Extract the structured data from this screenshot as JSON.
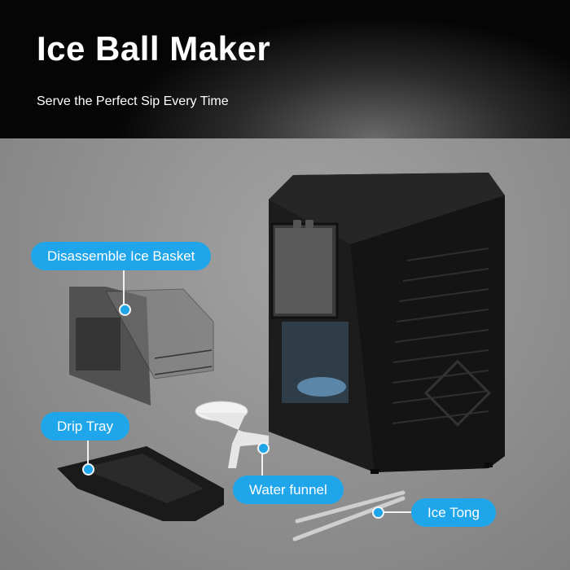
{
  "header": {
    "title": "Ice Ball Maker",
    "subtitle": "Serve the Perfect Sip Every Time"
  },
  "callouts": {
    "ice_basket": "Disassemble Ice Basket",
    "drip_tray": "Drip Tray",
    "water_funnel": "Water funnel",
    "ice_tong": "Ice Tong"
  },
  "colors": {
    "accent": "#1fa5ea",
    "header_bg": "#050505",
    "background": "#8e8e8e"
  }
}
